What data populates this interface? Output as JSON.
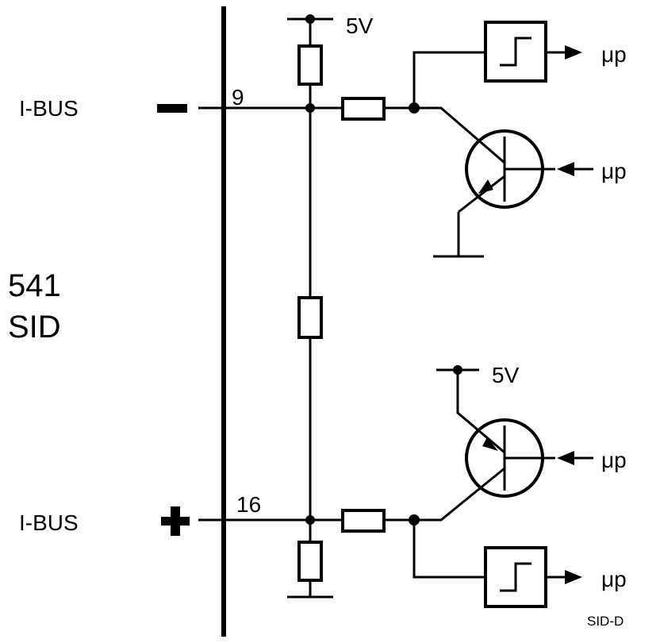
{
  "left_side": {
    "ibus_minus_label": "I-BUS",
    "ibus_plus_label": "I-BUS",
    "device_line1": "541",
    "device_line2": "SID"
  },
  "pins": {
    "top": "9",
    "bottom": "16"
  },
  "supply": {
    "top": "5V",
    "bottom": "5V"
  },
  "outputs": {
    "top_trigger": "μp",
    "top_transistor": "μp",
    "bottom_transistor": "μp",
    "bottom_trigger": "μp"
  },
  "footer": {
    "id": "SID-D"
  }
}
